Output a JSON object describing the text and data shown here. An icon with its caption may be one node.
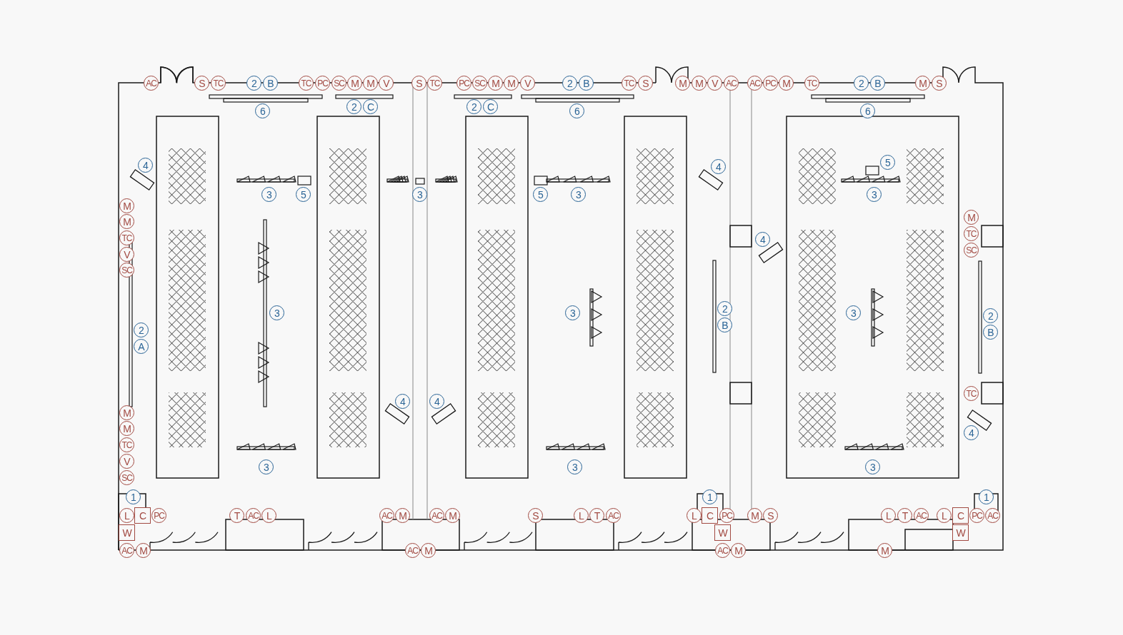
{
  "diagram": {
    "nodes": [
      {
        "text": [
          "AC"
        ]
      },
      {
        "text": [
          "S"
        ]
      },
      {
        "text": [
          "TC"
        ]
      },
      {
        "text": [
          "2"
        ]
      },
      {
        "text": [
          "B"
        ]
      },
      {
        "text": [
          "TC"
        ]
      },
      {
        "text": [
          "PC"
        ]
      },
      {
        "text": [
          "SC"
        ]
      },
      {
        "text": [
          "M"
        ]
      },
      {
        "text": [
          "M"
        ]
      },
      {
        "text": [
          "V"
        ]
      },
      {
        "text": [
          "S"
        ]
      },
      {
        "text": [
          "TC"
        ]
      },
      {
        "text": [
          "PC"
        ]
      },
      {
        "text": [
          "SC"
        ]
      },
      {
        "text": [
          "M"
        ]
      },
      {
        "text": [
          "M"
        ]
      },
      {
        "text": [
          "V"
        ]
      },
      {
        "text": [
          "2"
        ]
      },
      {
        "text": [
          "B"
        ]
      },
      {
        "text": [
          "TC"
        ]
      },
      {
        "text": [
          "S"
        ]
      },
      {
        "text": [
          "M"
        ]
      },
      {
        "text": [
          "M"
        ]
      },
      {
        "text": [
          "V"
        ]
      },
      {
        "text": [
          "AC"
        ]
      },
      {
        "text": [
          "AC"
        ]
      },
      {
        "text": [
          "PC"
        ]
      },
      {
        "text": [
          "M"
        ]
      },
      {
        "text": [
          "TC"
        ]
      },
      {
        "text": [
          "2"
        ]
      },
      {
        "text": [
          "B"
        ]
      },
      {
        "text": [
          "M"
        ]
      },
      {
        "text": [
          "S"
        ]
      },
      {
        "text": [
          "2"
        ]
      },
      {
        "text": [
          "C"
        ]
      },
      {
        "text": [
          "2"
        ]
      },
      {
        "text": [
          "C"
        ]
      },
      {
        "text": [
          "6"
        ]
      },
      {
        "text": [
          "6"
        ]
      },
      {
        "text": [
          "6"
        ]
      },
      {
        "text": [
          "5"
        ]
      },
      {
        "text": [
          "4"
        ]
      },
      {
        "text": [
          "4"
        ]
      },
      {
        "text": [
          "5"
        ]
      },
      {
        "text": [
          "3"
        ]
      },
      {
        "text": [
          "5"
        ]
      },
      {
        "text": [
          "3"
        ]
      },
      {
        "text": [
          "3"
        ]
      },
      {
        "text": [
          "3"
        ]
      },
      {
        "text": [
          "M"
        ]
      },
      {
        "text": [
          "M"
        ]
      },
      {
        "text": [
          "M"
        ]
      },
      {
        "text": [
          "TC"
        ]
      },
      {
        "text": [
          "4"
        ]
      },
      {
        "text": [
          "TC"
        ]
      },
      {
        "text": [
          "SC"
        ]
      },
      {
        "text": [
          "V"
        ]
      },
      {
        "text": [
          "SC"
        ]
      },
      {
        "text": [
          "2"
        ]
      },
      {
        "text": [
          "B"
        ]
      },
      {
        "text": [
          "3"
        ]
      },
      {
        "text": [
          "3"
        ]
      },
      {
        "text": [
          "3"
        ]
      },
      {
        "text": [
          "2"
        ]
      },
      {
        "text": [
          "B"
        ]
      },
      {
        "text": [
          "2"
        ]
      },
      {
        "text": [
          "A"
        ]
      },
      {
        "text": [
          "TC"
        ]
      },
      {
        "text": [
          "4"
        ]
      },
      {
        "text": [
          "4"
        ]
      },
      {
        "text": [
          "M"
        ]
      },
      {
        "text": [
          "M"
        ]
      },
      {
        "text": [
          "4"
        ]
      },
      {
        "text": [
          "TC"
        ]
      },
      {
        "text": [
          "V"
        ]
      },
      {
        "text": [
          "SC"
        ]
      },
      {
        "text": [
          "3"
        ]
      },
      {
        "text": [
          "3"
        ]
      },
      {
        "text": [
          "3"
        ]
      },
      {
        "text": [
          "1"
        ]
      },
      {
        "text": [
          "1"
        ]
      },
      {
        "text": [
          "1"
        ]
      },
      {
        "text": [
          "L"
        ]
      },
      {
        "text": [
          "C"
        ]
      },
      {
        "text": [
          "PC"
        ]
      },
      {
        "text": [
          "T"
        ]
      },
      {
        "text": [
          "AC"
        ]
      },
      {
        "text": [
          "L"
        ]
      },
      {
        "text": [
          "AC"
        ]
      },
      {
        "text": [
          "M"
        ]
      },
      {
        "text": [
          "AC"
        ]
      },
      {
        "text": [
          "M"
        ]
      },
      {
        "text": [
          "S"
        ]
      },
      {
        "text": [
          "L"
        ]
      },
      {
        "text": [
          "T"
        ]
      },
      {
        "text": [
          "AC"
        ]
      },
      {
        "text": [
          "L"
        ]
      },
      {
        "text": [
          "C"
        ]
      },
      {
        "text": [
          "PC"
        ]
      },
      {
        "text": [
          "M"
        ]
      },
      {
        "text": [
          "S"
        ]
      },
      {
        "text": [
          "L"
        ]
      },
      {
        "text": [
          "T"
        ]
      },
      {
        "text": [
          "AC"
        ]
      },
      {
        "text": [
          "L"
        ]
      },
      {
        "text": [
          "C"
        ]
      },
      {
        "text": [
          "PC"
        ]
      },
      {
        "text": [
          "AC"
        ]
      },
      {
        "text": [
          "W"
        ]
      },
      {
        "text": [
          "W"
        ]
      },
      {
        "text": [
          "W"
        ]
      },
      {
        "text": [
          "AC"
        ]
      },
      {
        "text": [
          "M"
        ]
      },
      {
        "text": [
          "AC"
        ]
      },
      {
        "text": [
          "M"
        ]
      },
      {
        "text": [
          "AC"
        ]
      },
      {
        "text": [
          "M"
        ]
      },
      {
        "text": [
          "M"
        ]
      }
    ]
  }
}
